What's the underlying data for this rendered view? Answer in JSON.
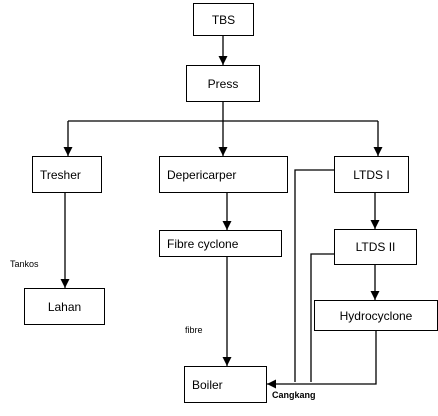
{
  "nodes": {
    "tbs": "TBS",
    "press": "Press",
    "tresher": "Tresher",
    "depericarper": "Depericarper",
    "ltds1": "LTDS I",
    "fibre_cyclone": "Fibre cyclone",
    "ltds2": "LTDS II",
    "lahan": "Lahan",
    "hydrocyclone": "Hydrocyclone",
    "boiler": "Boiler"
  },
  "edge_labels": {
    "tankos": "Tankos",
    "fibre": "fibre",
    "cangkang": "Cangkang"
  },
  "colors": {
    "stroke": "#000000",
    "background": "#ffffff"
  }
}
